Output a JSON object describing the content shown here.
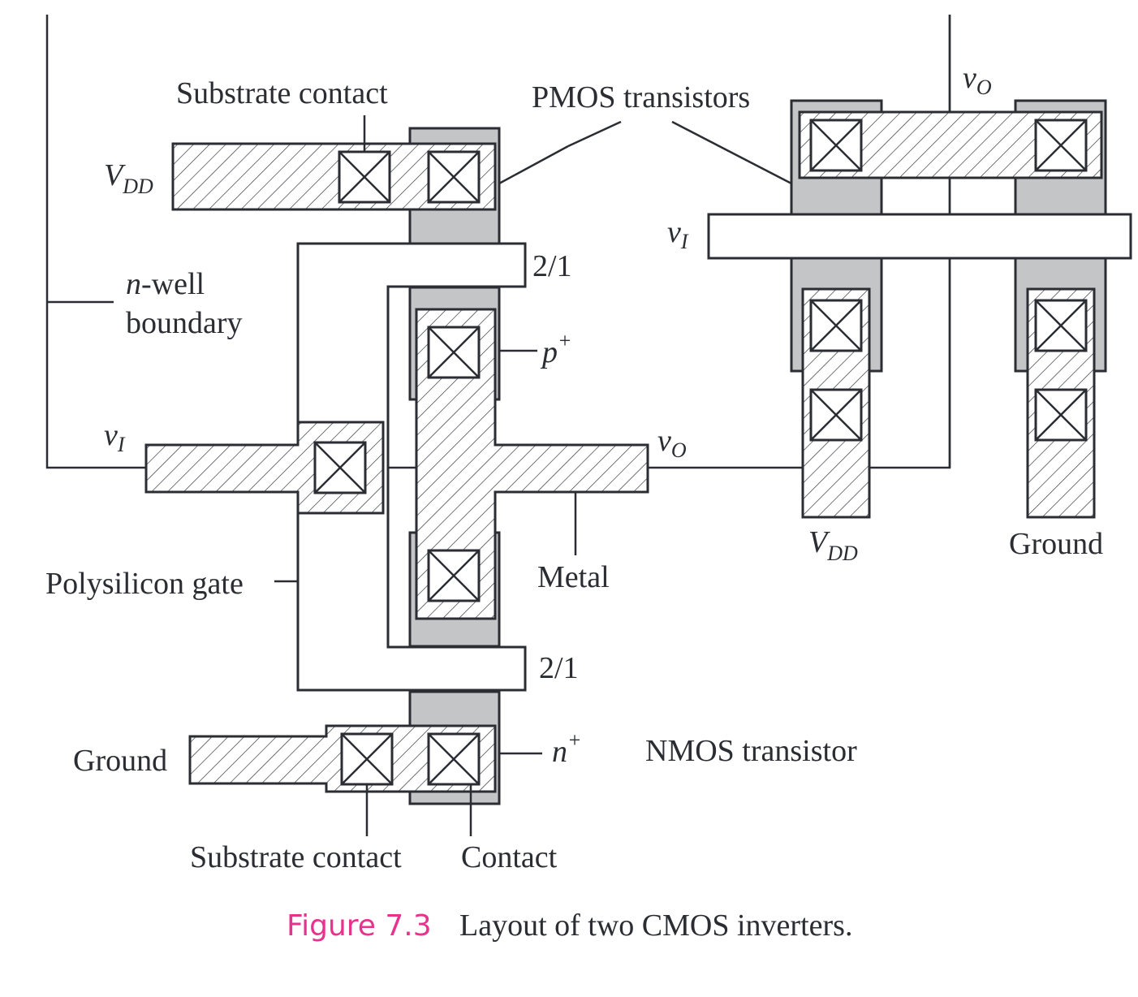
{
  "figure": {
    "number": "Figure 7.3",
    "caption": "Layout of two CMOS inverters.",
    "number_color": "#e8338e"
  },
  "colors": {
    "diffusion_gray": "#c4c5c7",
    "line": "#2b2d33",
    "background": "#ffffff"
  },
  "labels": {
    "substrate_contact_top": "Substrate contact",
    "pmos_transistors": "PMOS transistors",
    "vdd_left_main": "V",
    "vdd_left_sub": "DD",
    "nwell_line1_ital": "n",
    "nwell_line1_rest": "-well",
    "nwell_line2": "boundary",
    "ratio_top": "2/1",
    "ratio_bottom": "2/1",
    "p_plus_main": "p",
    "p_plus_sup": "+",
    "n_plus_main": "n",
    "n_plus_sup": "+",
    "vi_left_main": "v",
    "vi_left_sub": "I",
    "vo_left_main": "v",
    "vo_left_sub": "O",
    "polysilicon_gate": "Polysilicon gate",
    "metal": "Metal",
    "ground_left": "Ground",
    "nmos_transistor": "NMOS transistor",
    "substrate_contact_bottom": "Substrate contact",
    "contact": "Contact",
    "vo_right_main": "v",
    "vo_right_sub": "O",
    "vi_right_main": "v",
    "vi_right_sub": "I",
    "vdd_right_main": "V",
    "vdd_right_sub": "DD",
    "ground_right": "Ground"
  }
}
